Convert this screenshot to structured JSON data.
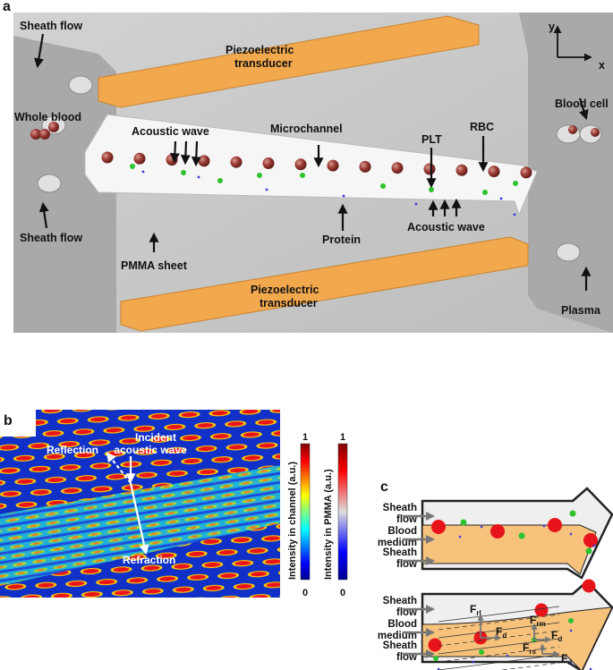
{
  "panel_a": {
    "label": "a",
    "sheath_flow_top": "Sheath flow",
    "whole_blood": "Whole blood",
    "sheath_flow_bottom": "Sheath flow",
    "transducer_top": [
      "Piezoelectric",
      "transducer"
    ],
    "transducer_bottom": [
      "Piezoelectric",
      "transducer"
    ],
    "acoustic_wave_top": "Acoustic wave",
    "microchannel": "Microchannel",
    "plt": "PLT",
    "rbc": "RBC",
    "protein": "Protein",
    "acoustic_wave_bottom": "Acoustic wave",
    "pmma_sheet": "PMMA sheet",
    "blood_cell": "Blood cell",
    "plasma": "Plasma",
    "axis_y": "y",
    "axis_x": "x"
  },
  "panel_b": {
    "label": "b",
    "incident": [
      "Incident",
      "acoustic wave"
    ],
    "reflection": "Reflection",
    "refraction": "Refraction",
    "colorbar_channel": {
      "label": "Intensity in channel (a.u.)",
      "max": "1",
      "min": "0"
    },
    "colorbar_pmma": {
      "label": "Intensity in PMMA (a.u.)",
      "max": "1",
      "min": "0"
    }
  },
  "panel_c": {
    "label": "c",
    "top": {
      "sheath_flow_1": [
        "Sheath",
        "flow"
      ],
      "blood_medium": [
        "Blood",
        "medium"
      ],
      "sheath_flow_2": [
        "Sheath",
        "flow"
      ]
    },
    "bottom": {
      "sheath_flow_1": [
        "Sheath",
        "flow"
      ],
      "blood_medium": [
        "Blood",
        "medium"
      ],
      "sheath_flow_2": [
        "Sheath",
        "flow"
      ]
    },
    "forces": {
      "F": "F",
      "rl": "rl",
      "d": "d",
      "rm": "rm",
      "rs": "rs"
    }
  },
  "colors": {
    "rbc": "#e8141b",
    "plt": "#2ec22e",
    "protein": "#3a3ae0",
    "transducer": "#f2a94e",
    "medium": "#f6c27c"
  }
}
